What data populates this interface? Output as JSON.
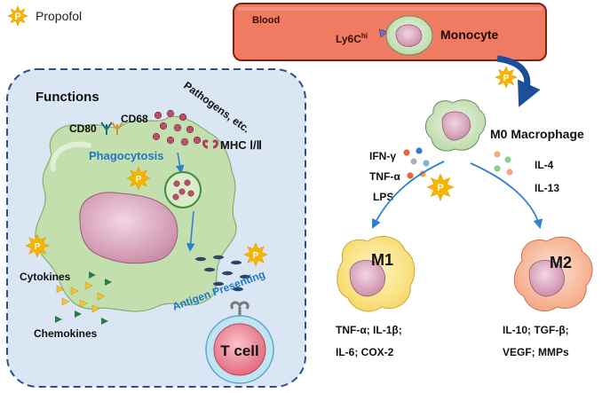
{
  "legend": {
    "symbol": "P",
    "label": "Propofol"
  },
  "blood": {
    "label": "Blood",
    "ly6c_main": "Ly6C",
    "ly6c_sup": "hi",
    "monocyte": "Monocyte"
  },
  "functions": {
    "title": "Functions",
    "cd80": "CD80",
    "cd68": "CD68",
    "pathogens": "Pathogens, etc.",
    "mhc": "MHC Ⅰ/Ⅱ",
    "phagocytosis": "Phagocytosis",
    "antigen_presenting": "Antigen Presenting",
    "cytokines": "Cytokines",
    "chemokines": "Chemokines",
    "tcell": "T cell"
  },
  "m0": {
    "label": "M0 Macrophage",
    "m1_signals": [
      "IFN-γ",
      "TNF-α",
      "LPS"
    ],
    "m2_signals": [
      "IL-4",
      "IL-13"
    ]
  },
  "m1": {
    "label": "M1",
    "line1": "TNF-α; IL-1β;",
    "line2": "IL-6; COX-2"
  },
  "m2": {
    "label": "M2",
    "line1": "IL-10; TGF-β;",
    "line2": "VEGF; MMPs"
  },
  "colors": {
    "propofol_star": "#f7b500",
    "blood_vessel": "#f07a62",
    "monocyte_cell": "#d9ecd2",
    "nucleus": "#d79bb4",
    "macrophage": "#c8e2b6",
    "functions_bg": "#dbe6f4",
    "m1_cell": "#fbe48a",
    "m2_cell": "#f9b99a",
    "tcell": "#ef8c99",
    "arrow_blue": "#2f7fd3",
    "dark_blue_arrow": "#1b4f9c",
    "label_blue": "#1f77c8"
  }
}
